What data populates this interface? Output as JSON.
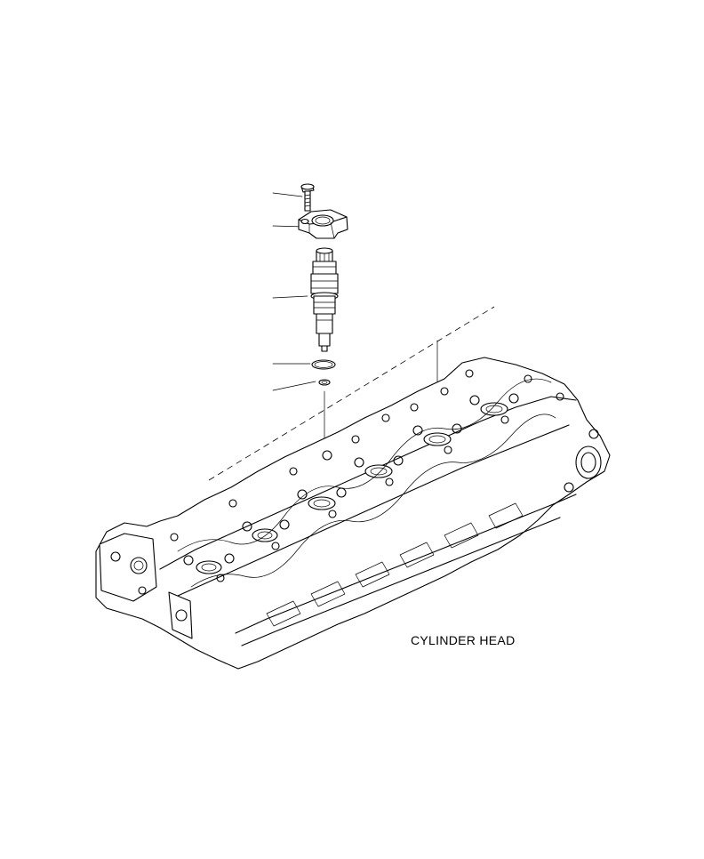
{
  "diagram": {
    "caption": "CYLINDER HEAD",
    "parts": [
      {
        "name": "bolt"
      },
      {
        "name": "injector-clamp"
      },
      {
        "name": "fuel-injector"
      },
      {
        "name": "o-ring"
      },
      {
        "name": "sealing-washer"
      },
      {
        "name": "cylinder-head"
      }
    ]
  }
}
